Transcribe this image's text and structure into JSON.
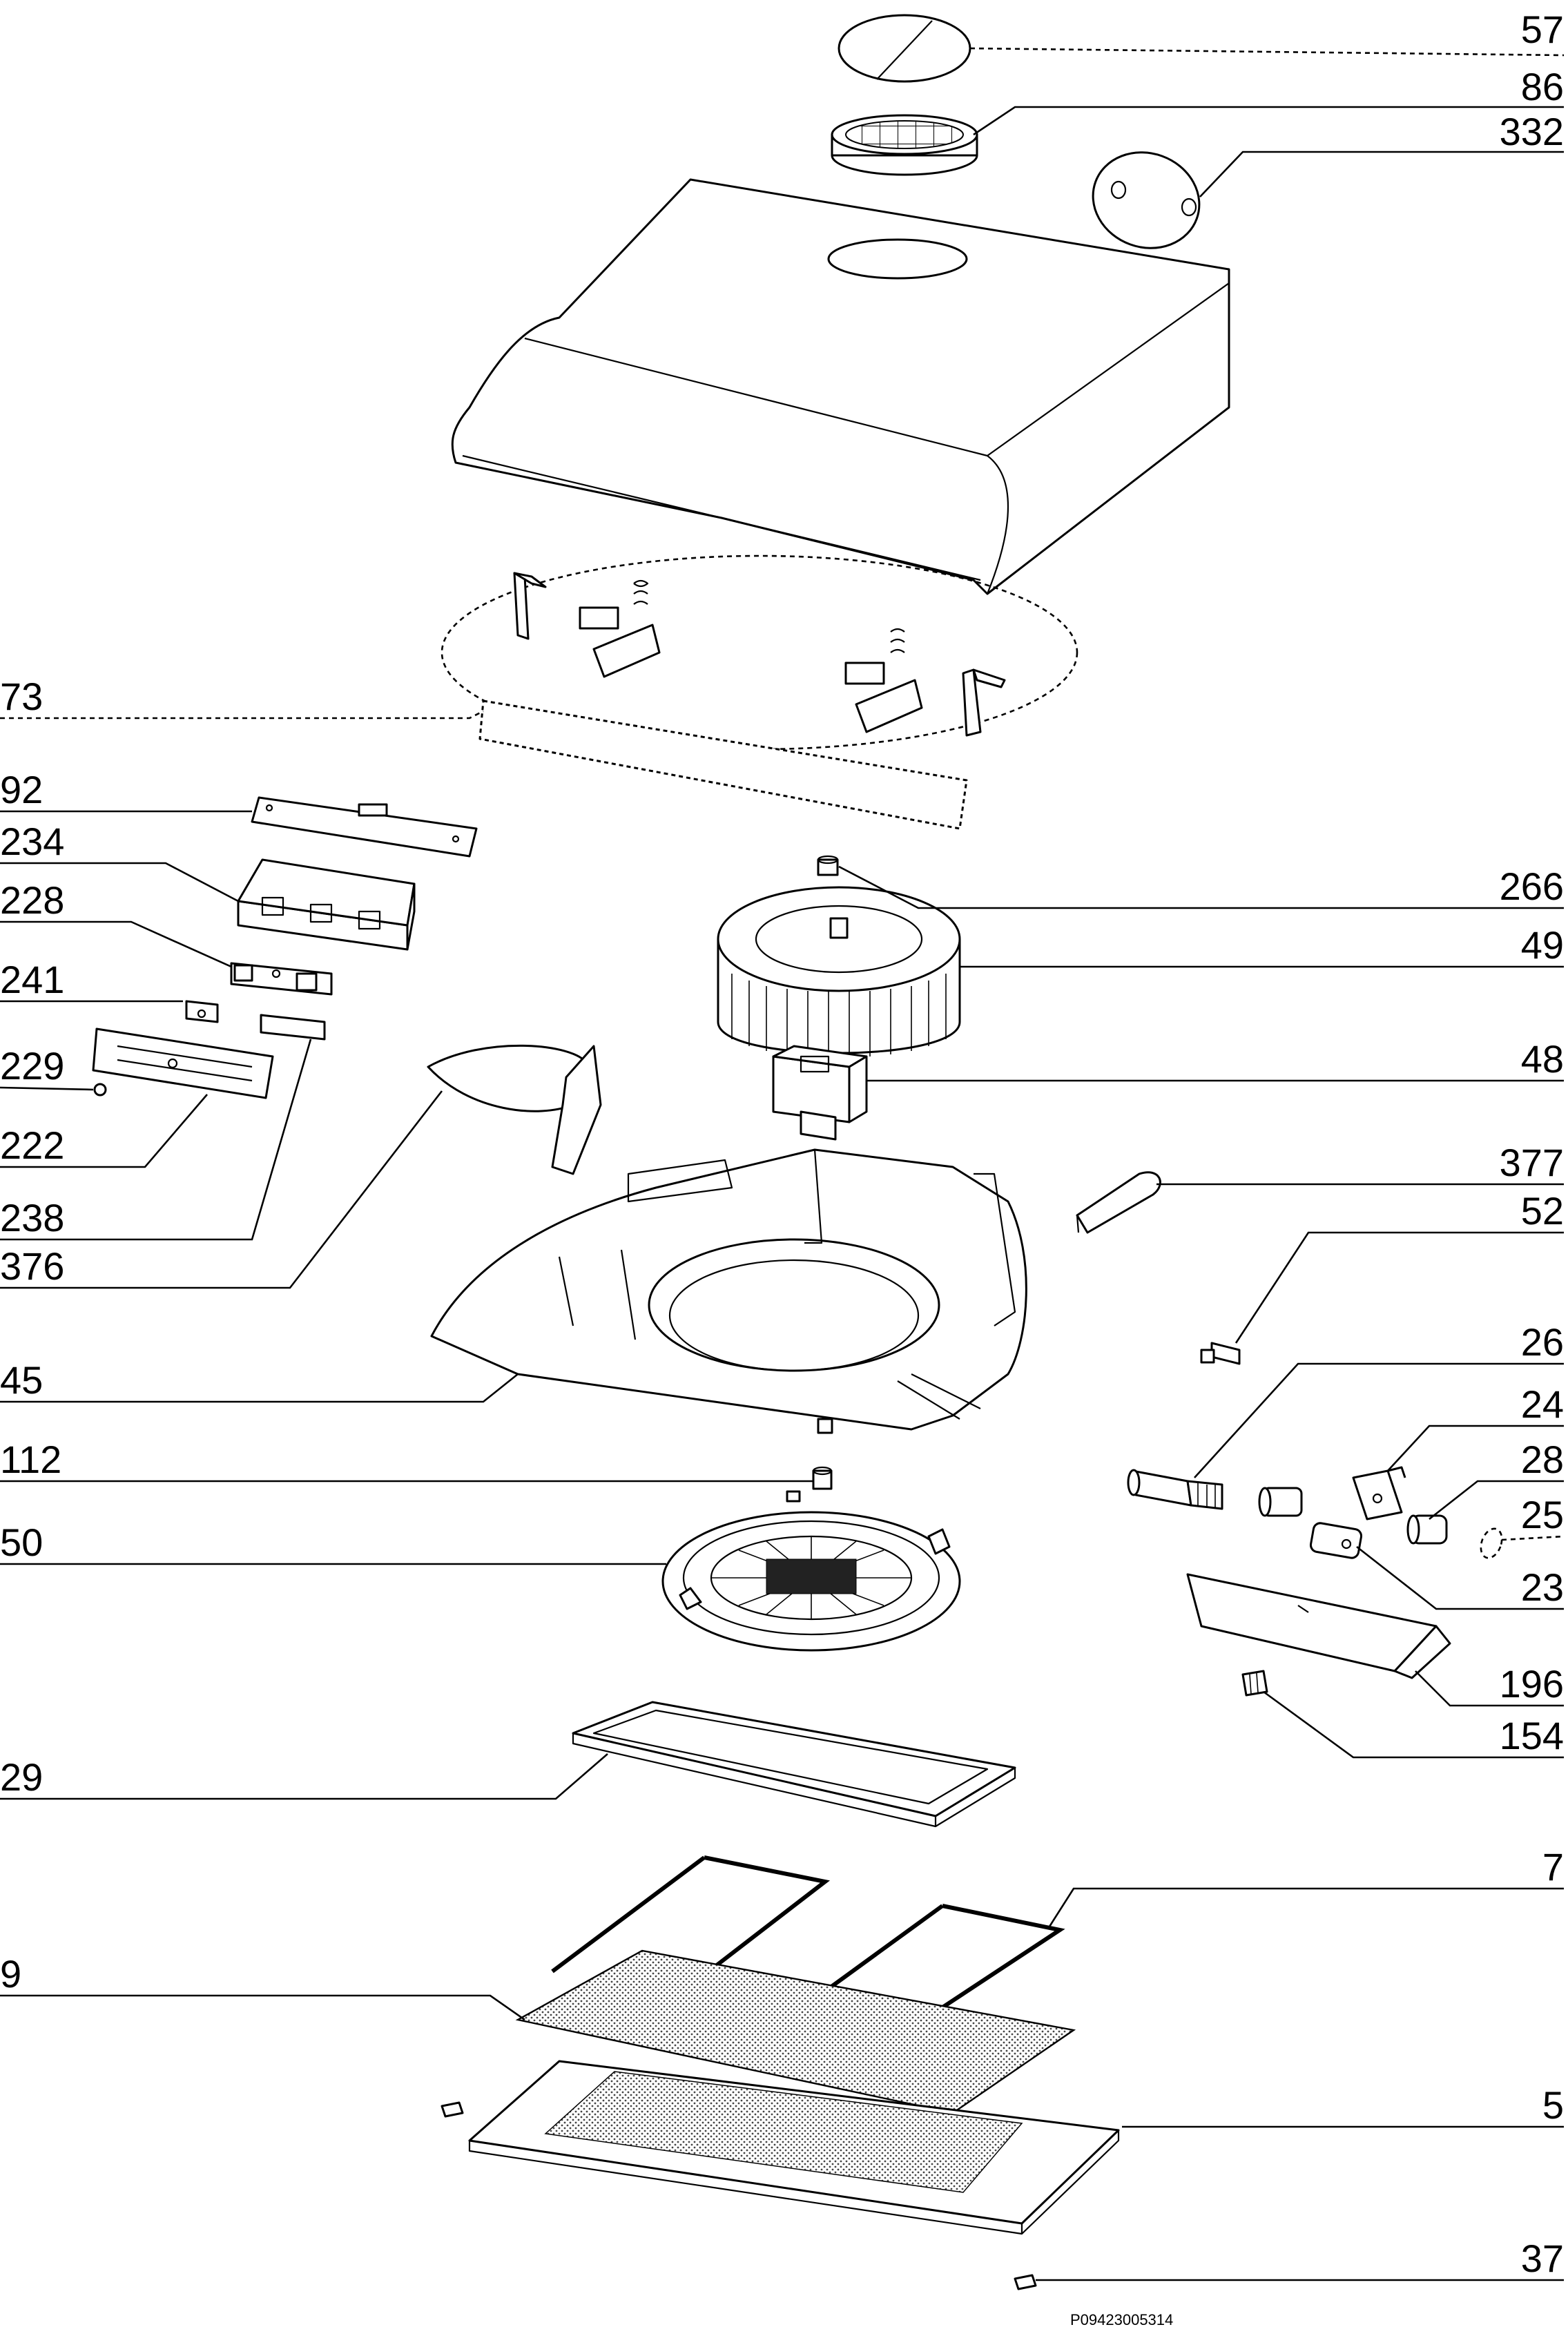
{
  "diagram": {
    "reference_code": "P09423005314",
    "callouts": [
      {
        "id": "57"
      },
      {
        "id": "86"
      },
      {
        "id": "332"
      },
      {
        "id": "73"
      },
      {
        "id": "92"
      },
      {
        "id": "234"
      },
      {
        "id": "228"
      },
      {
        "id": "241"
      },
      {
        "id": "229"
      },
      {
        "id": "222"
      },
      {
        "id": "238"
      },
      {
        "id": "376"
      },
      {
        "id": "266"
      },
      {
        "id": "49"
      },
      {
        "id": "48"
      },
      {
        "id": "377"
      },
      {
        "id": "52"
      },
      {
        "id": "45"
      },
      {
        "id": "26"
      },
      {
        "id": "24"
      },
      {
        "id": "28"
      },
      {
        "id": "25"
      },
      {
        "id": "112"
      },
      {
        "id": "50"
      },
      {
        "id": "23"
      },
      {
        "id": "196"
      },
      {
        "id": "154"
      },
      {
        "id": "29"
      },
      {
        "id": "7"
      },
      {
        "id": "9"
      },
      {
        "id": "5"
      },
      {
        "id": "37"
      }
    ]
  }
}
